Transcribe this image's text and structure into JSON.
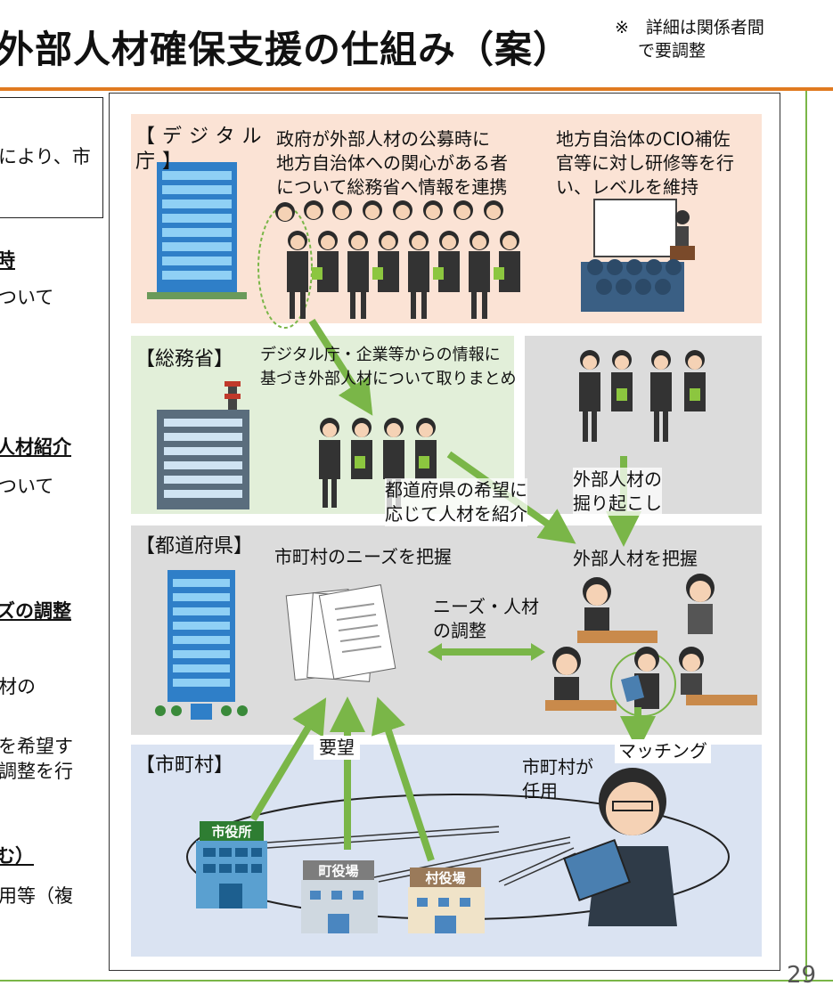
{
  "title": "外部人材確保支援の仕組み（案）",
  "note": {
    "line1": "※　詳細は関係者間",
    "line2": "で要調整"
  },
  "left": {
    "box_line": "により、市",
    "h1": "時",
    "t1": "ついて",
    "h2": "人材紹介",
    "t2": "ついて",
    "h3": "ズの調整",
    "t3": "材の",
    "t4": "を希望す",
    "t5": "調整を行",
    "h4": "む）",
    "t6": "用等（複"
  },
  "digital": {
    "label": "【デジタル庁】",
    "text1": [
      "政府が外部人材の公募時に",
      "地方自治体への関心がある者",
      "について総務省へ情報を連携"
    ],
    "text2": [
      "地方自治体のCIO補佐",
      "官等に対し研修等を行",
      "い、レベルを維持"
    ]
  },
  "soumu": {
    "label": "【総務省】",
    "text": [
      "デジタル庁・企業等からの情報に",
      "基づき外部人材について取りまとめ"
    ],
    "text2": [
      "都道府県の希望に",
      "応じて人材を紹介"
    ]
  },
  "right_gray": {
    "text": [
      "外部人材の",
      "掘り起こし"
    ]
  },
  "pref": {
    "label": "【都道府県】",
    "text1": "市町村のニーズを把握",
    "text2": "外部人材を把握",
    "text3": [
      "ニーズ・人材",
      "の調整"
    ]
  },
  "muni": {
    "label": "【市町村】",
    "request": "要望",
    "matching": "マッチング",
    "appoint": [
      "市町村が",
      "任用"
    ],
    "sign_city": "市役所",
    "sign_town": "町役場",
    "sign_village": "村役場"
  },
  "page_number": "29"
}
